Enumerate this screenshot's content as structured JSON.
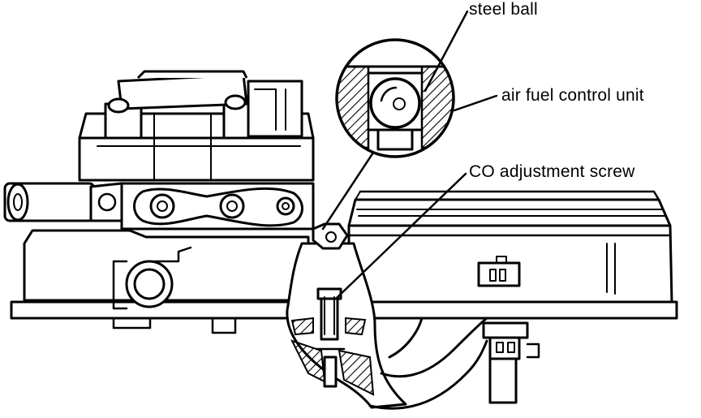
{
  "labels": {
    "steel_ball": "steel ball",
    "air_fuel_control_unit": "air fuel control unit",
    "co_adjustment_screw": "CO adjustment screw"
  },
  "colors": {
    "ink": "#000000",
    "paper": "#ffffff"
  }
}
